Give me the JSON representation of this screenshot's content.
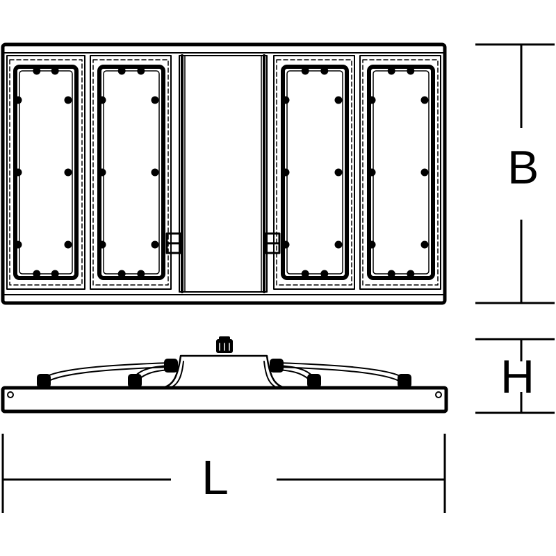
{
  "dimensions": {
    "width_label": "B",
    "height_label": "H",
    "length_label": "L"
  },
  "colors": {
    "line": "#000000",
    "background": "#ffffff"
  }
}
